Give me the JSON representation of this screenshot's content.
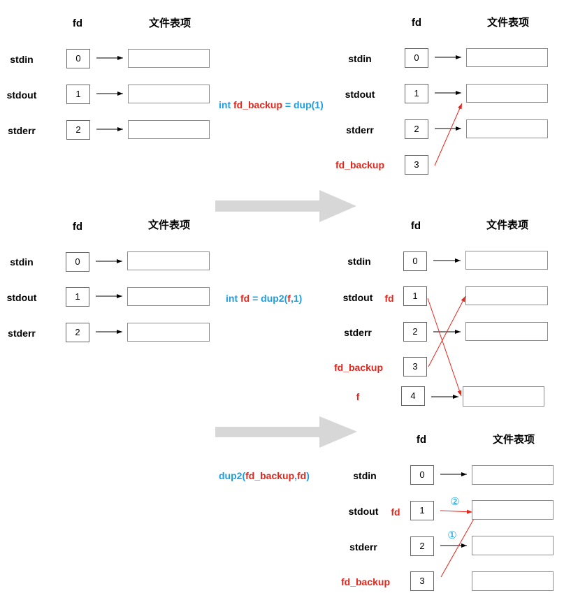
{
  "colors": {
    "code_text": "#1c9ee0",
    "highlight_text": "#e4251b",
    "transition_arrow": "#d7d7d7",
    "pointer_line": "#000000"
  },
  "tables": [
    {
      "fd_header": "fd",
      "entry_header": "文件表项",
      "rows": [
        {
          "name": "stdin",
          "fd": "0"
        },
        {
          "name": "stdout",
          "fd": "1"
        },
        {
          "name": "stderr",
          "fd": "2"
        }
      ]
    },
    {
      "fd_header": "fd",
      "entry_header": "文件表项",
      "rows": [
        {
          "name": "stdin",
          "fd": "0"
        },
        {
          "name": "stdout",
          "fd": "1"
        },
        {
          "name": "stderr",
          "fd": "2"
        },
        {
          "name": "fd_backup",
          "fd": "3"
        }
      ]
    },
    {
      "fd_header": "fd",
      "entry_header": "文件表项",
      "rows": [
        {
          "name": "stdin",
          "fd": "0"
        },
        {
          "name": "stdout",
          "fd": "1"
        },
        {
          "name": "stderr",
          "fd": "2"
        }
      ]
    },
    {
      "fd_header": "fd",
      "entry_header": "文件表项",
      "rows": [
        {
          "name": "stdin",
          "fd": "0"
        },
        {
          "name": "stdout",
          "alias": "fd",
          "fd": "1"
        },
        {
          "name": "stderr",
          "fd": "2"
        },
        {
          "name": "fd_backup",
          "fd": "3"
        },
        {
          "name": "f",
          "fd": "4"
        }
      ]
    },
    {
      "fd_header": "fd",
      "entry_header": "文件表项",
      "rows": [
        {
          "name": "stdin",
          "fd": "0"
        },
        {
          "name": "stdout",
          "alias": "fd",
          "fd": "1"
        },
        {
          "name": "stderr",
          "fd": "2"
        },
        {
          "name": "fd_backup",
          "fd": "3"
        }
      ],
      "step_labels": [
        "①",
        "②"
      ]
    }
  ],
  "operations": [
    {
      "parts": [
        "int ",
        "fd_backup",
        " = dup(1)"
      ]
    },
    {
      "parts": [
        "int ",
        "fd",
        " = dup2(",
        "f",
        ",1)"
      ]
    },
    {
      "parts": [
        "dup2(",
        "fd_backup",
        ",",
        "fd",
        ")"
      ]
    }
  ]
}
